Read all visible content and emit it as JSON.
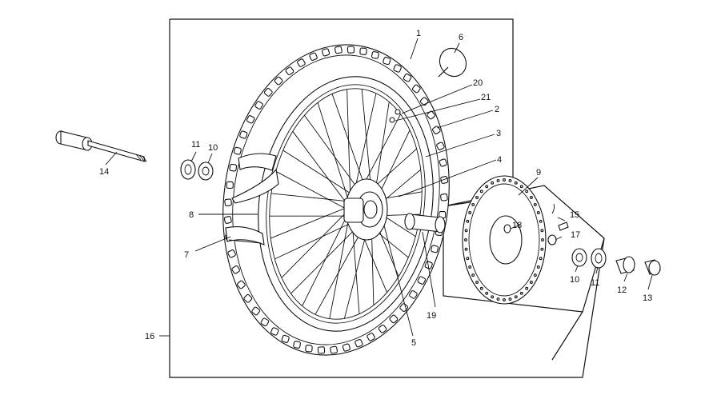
{
  "callouts": {
    "c1": "1",
    "c2": "2",
    "c3": "3",
    "c4": "4",
    "c5": "5",
    "c6": "6",
    "c7": "7",
    "c8": "8",
    "c9": "9",
    "c10a": "10",
    "c10b": "10",
    "c11a": "11",
    "c11b": "11",
    "c12": "12",
    "c13": "13",
    "c14": "14",
    "c15": "15",
    "c16": "16",
    "c17": "17",
    "c18": "18",
    "c19": "19",
    "c20": "20",
    "c21": "21"
  },
  "colors": {
    "line": "#111111",
    "background": "#ffffff"
  }
}
